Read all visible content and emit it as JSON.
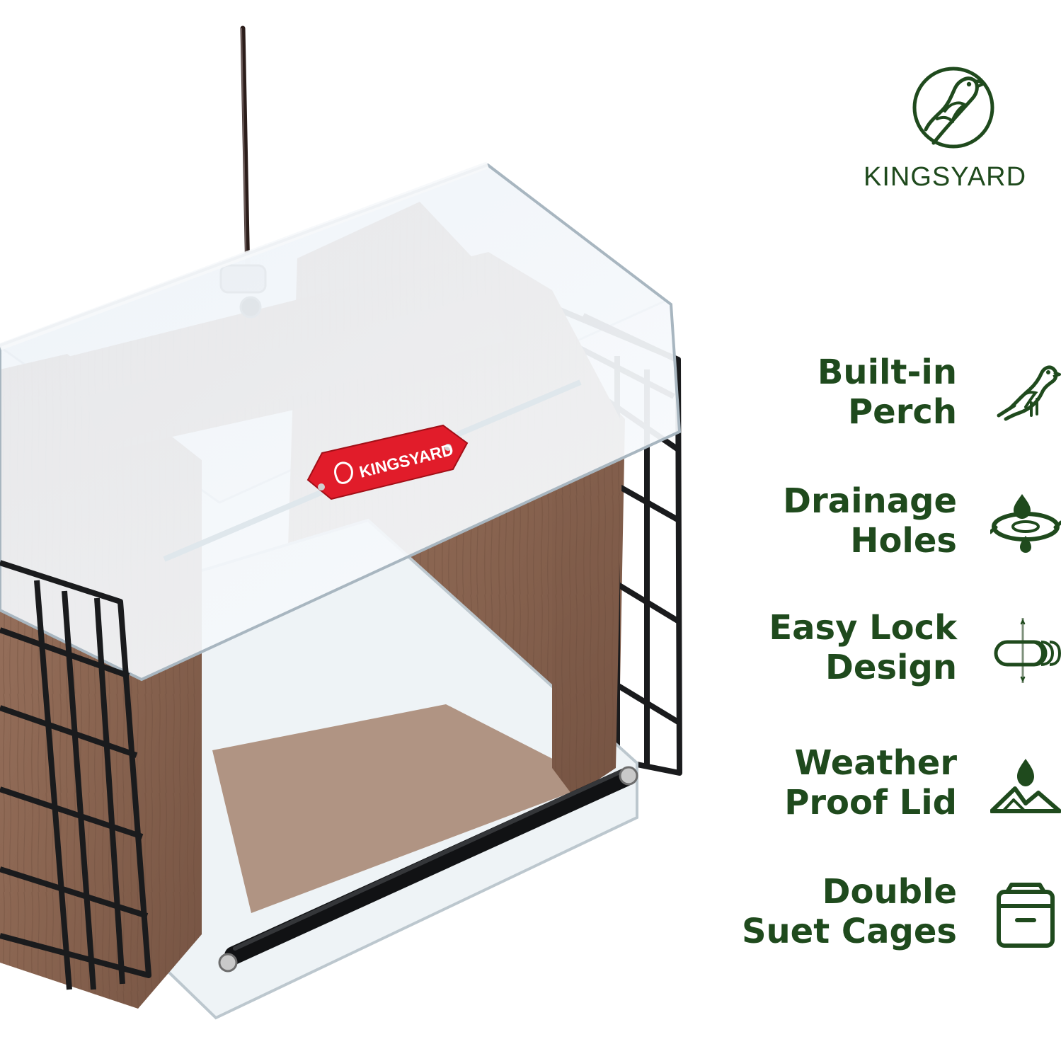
{
  "brand": {
    "name": "KINGSYARD",
    "logo_icon": "bird-in-circle-logo-icon"
  },
  "product": {
    "badge_text": "KINGSYARD"
  },
  "colors": {
    "brand_green": "#1f4a1d",
    "badge_red": "#e11c2a",
    "wood_brown": "#8f6a57",
    "metal_black": "#1b1b1d"
  },
  "features": [
    {
      "line1": "Built-in",
      "line2": "Perch",
      "icon": "bird-perch-icon"
    },
    {
      "line1": "Drainage",
      "line2": "Holes",
      "icon": "drainage-icon"
    },
    {
      "line1": "Easy Lock",
      "line2": "Design",
      "icon": "lock-mechanism-icon"
    },
    {
      "line1": "Weather",
      "line2": "Proof Lid",
      "icon": "weather-proof-icon"
    },
    {
      "line1": "Double",
      "line2": "Suet Cages",
      "icon": "suet-cage-icon"
    }
  ]
}
